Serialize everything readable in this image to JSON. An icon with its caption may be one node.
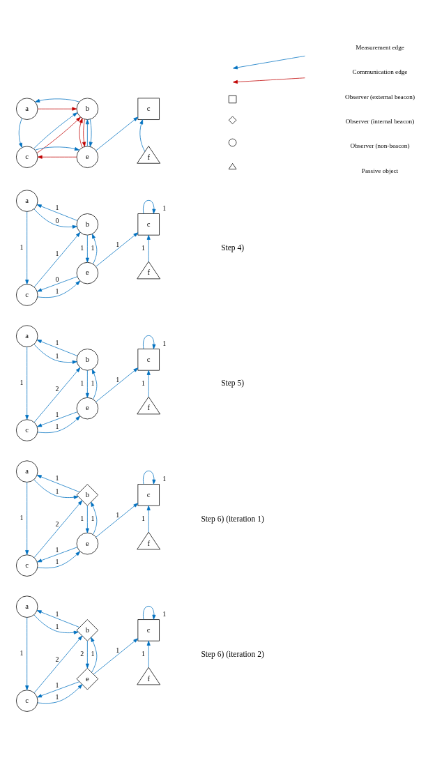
{
  "diagram": {
    "nodes": [
      {
        "text": [
          "a"
        ]
      },
      {
        "text": [
          "b"
        ]
      },
      {
        "text": [
          "c"
        ]
      },
      {
        "text": [
          "c"
        ]
      },
      {
        "text": [
          "e"
        ]
      },
      {
        "text": [
          "f"
        ]
      },
      {
        "text": [
          "a"
        ]
      },
      {
        "text": [
          "b"
        ]
      },
      {
        "text": [
          "c"
        ]
      },
      {
        "text": [
          "c"
        ]
      },
      {
        "text": [
          "e"
        ]
      },
      {
        "text": [
          "f"
        ]
      },
      {
        "text": [
          "a"
        ]
      },
      {
        "text": [
          "b"
        ]
      },
      {
        "text": [
          "c"
        ]
      },
      {
        "text": [
          "c"
        ]
      },
      {
        "text": [
          "e"
        ]
      },
      {
        "text": [
          "f"
        ]
      },
      {
        "text": [
          "a"
        ]
      },
      {
        "text": [
          "b"
        ]
      },
      {
        "text": [
          "c"
        ]
      },
      {
        "text": [
          "c"
        ]
      },
      {
        "text": [
          "e"
        ]
      },
      {
        "text": [
          "f"
        ]
      },
      {
        "text": [
          "a"
        ]
      },
      {
        "text": [
          "b"
        ]
      },
      {
        "text": [
          "c"
        ]
      },
      {
        "text": [
          "c"
        ]
      },
      {
        "text": [
          "e"
        ]
      },
      {
        "text": [
          "f"
        ]
      }
    ],
    "edges": [
      {
        "from": 0,
        "to": 1,
        "arrow": "to",
        "color": "#c00000"
      },
      {
        "from": 1,
        "to": 0,
        "arrow": "to"
      },
      {
        "from": 0,
        "to": 3,
        "arrow": "to"
      },
      {
        "from": 3,
        "to": 1,
        "arrow": "to",
        "color": "#c00000"
      },
      {
        "from": 3,
        "to": 1,
        "arrow": "to"
      },
      {
        "from": 1,
        "to": 4,
        "arrow": "to"
      },
      {
        "from": 4,
        "to": 1,
        "arrow": "to"
      },
      {
        "from": 1,
        "to": 4,
        "arrow": "to",
        "color": "#c00000"
      },
      {
        "from": 4,
        "to": 1,
        "arrow": "to",
        "color": "#c00000"
      },
      {
        "from": 4,
        "to": 3,
        "arrow": "to",
        "color": "#c00000"
      },
      {
        "from": 3,
        "to": 4,
        "arrow": "to"
      },
      {
        "from": 4,
        "to": 2,
        "arrow": "to"
      },
      {
        "from": 5,
        "to": 2,
        "arrow": "to"
      },
      {
        "from": 6,
        "to": 7,
        "arrow": "to",
        "label": "0"
      },
      {
        "from": 7,
        "to": 6,
        "arrow": "to",
        "label": "1"
      },
      {
        "from": 6,
        "to": 9,
        "arrow": "to",
        "label": "1"
      },
      {
        "from": 9,
        "to": 7,
        "arrow": "to",
        "label": "1"
      },
      {
        "from": 7,
        "to": 10,
        "arrow": "to",
        "label": "1"
      },
      {
        "from": 10,
        "to": 7,
        "arrow": "to",
        "label": "1"
      },
      {
        "from": 10,
        "to": 9,
        "arrow": "to",
        "label": "0"
      },
      {
        "from": 9,
        "to": 10,
        "arrow": "to",
        "label": "1"
      },
      {
        "from": 10,
        "to": 8,
        "arrow": "to",
        "label": "1"
      },
      {
        "from": 11,
        "to": 8,
        "arrow": "to",
        "label": "1"
      },
      {
        "from": 8,
        "to": 8,
        "arrow": "to",
        "label": "1"
      },
      {
        "from": 12,
        "to": 13,
        "arrow": "to",
        "label": "1"
      },
      {
        "from": 13,
        "to": 12,
        "arrow": "to",
        "label": "1"
      },
      {
        "from": 12,
        "to": 15,
        "arrow": "to",
        "label": "1"
      },
      {
        "from": 15,
        "to": 13,
        "arrow": "to",
        "label": "2"
      },
      {
        "from": 13,
        "to": 16,
        "arrow": "to",
        "label": "1"
      },
      {
        "from": 16,
        "to": 13,
        "arrow": "to",
        "label": "1"
      },
      {
        "from": 16,
        "to": 15,
        "arrow": "to",
        "label": "1"
      },
      {
        "from": 15,
        "to": 16,
        "arrow": "to",
        "label": "1"
      },
      {
        "from": 16,
        "to": 14,
        "arrow": "to",
        "label": "1"
      },
      {
        "from": 17,
        "to": 14,
        "arrow": "to",
        "label": "1"
      },
      {
        "from": 14,
        "to": 14,
        "arrow": "to",
        "label": "1"
      },
      {
        "from": 18,
        "to": 19,
        "arrow": "to",
        "label": "1"
      },
      {
        "from": 19,
        "to": 18,
        "arrow": "to",
        "label": "1"
      },
      {
        "from": 18,
        "to": 21,
        "arrow": "to",
        "label": "1"
      },
      {
        "from": 21,
        "to": 19,
        "arrow": "to",
        "label": "2"
      },
      {
        "from": 19,
        "to": 22,
        "arrow": "to",
        "label": "1"
      },
      {
        "from": 22,
        "to": 19,
        "arrow": "to",
        "label": "1"
      },
      {
        "from": 22,
        "to": 21,
        "arrow": "to",
        "label": "1"
      },
      {
        "from": 21,
        "to": 22,
        "arrow": "to",
        "label": "1"
      },
      {
        "from": 22,
        "to": 20,
        "arrow": "to",
        "label": "1"
      },
      {
        "from": 23,
        "to": 20,
        "arrow": "to",
        "label": "1"
      },
      {
        "from": 20,
        "to": 20,
        "arrow": "to",
        "label": "1"
      },
      {
        "from": 24,
        "to": 25,
        "arrow": "to",
        "label": "1"
      },
      {
        "from": 25,
        "to": 24,
        "arrow": "to",
        "label": "1"
      },
      {
        "from": 24,
        "to": 27,
        "arrow": "to",
        "label": "1"
      },
      {
        "from": 27,
        "to": 25,
        "arrow": "to",
        "label": "2"
      },
      {
        "from": 25,
        "to": 28,
        "arrow": "to",
        "label": "2"
      },
      {
        "from": 28,
        "to": 25,
        "arrow": "to",
        "label": "1"
      },
      {
        "from": 28,
        "to": 27,
        "arrow": "to",
        "label": "1"
      },
      {
        "from": 27,
        "to": 28,
        "arrow": "to",
        "label": "1"
      },
      {
        "from": 28,
        "to": 26,
        "arrow": "to",
        "label": "1"
      },
      {
        "from": 29,
        "to": 26,
        "arrow": "to",
        "label": "1"
      },
      {
        "from": 26,
        "to": 26,
        "arrow": "to",
        "label": "1"
      }
    ],
    "labels": [
      "Step 4)",
      "Step 5)",
      "Step 6) (iteration 1)",
      "Step 6) (iteration 2)"
    ],
    "legend": [
      {
        "text": "Observer (external beacon)"
      },
      {
        "text": "Observer (internal beacon)"
      },
      {
        "text": "Observer (non-beacon)"
      },
      {
        "text": "Passive object"
      },
      {
        "text": "Measurement edge"
      },
      {
        "text": "Communication edge"
      }
    ]
  }
}
